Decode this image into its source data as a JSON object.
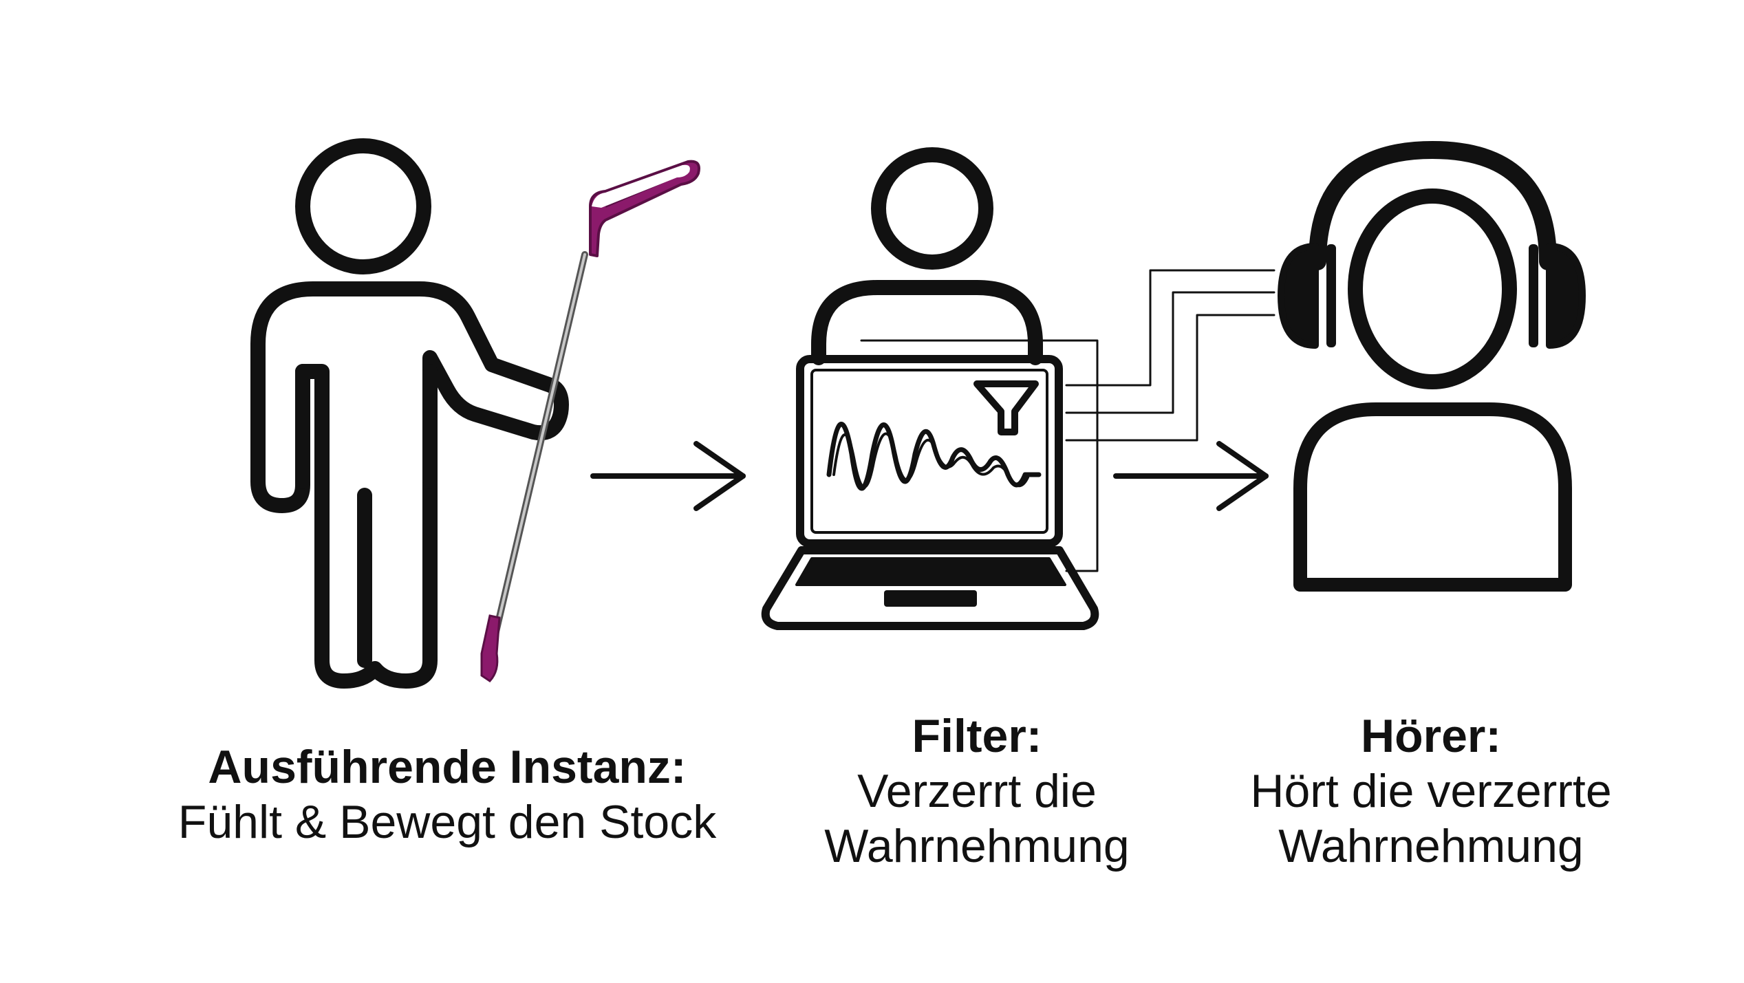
{
  "colors": {
    "stroke": "#111111",
    "background": "#ffffff",
    "cane_accent": "#8b1a6b",
    "cane_shaft": "#8a8a8a"
  },
  "icons": {
    "performer": "person-with-cane-icon",
    "filter": "person-with-laptop-icon",
    "listener": "person-with-headphones-icon"
  },
  "captions": {
    "performer": {
      "title": "Ausführende Instanz:",
      "lines": [
        "Fühlt & Bewegt den Stock"
      ]
    },
    "filter": {
      "title": "Filter:",
      "lines": [
        "Verzerrt die",
        "Wahrnehmung"
      ]
    },
    "listener": {
      "title": "Hörer:",
      "lines": [
        "Hört die verzerrte",
        "Wahrnehmung"
      ]
    }
  }
}
